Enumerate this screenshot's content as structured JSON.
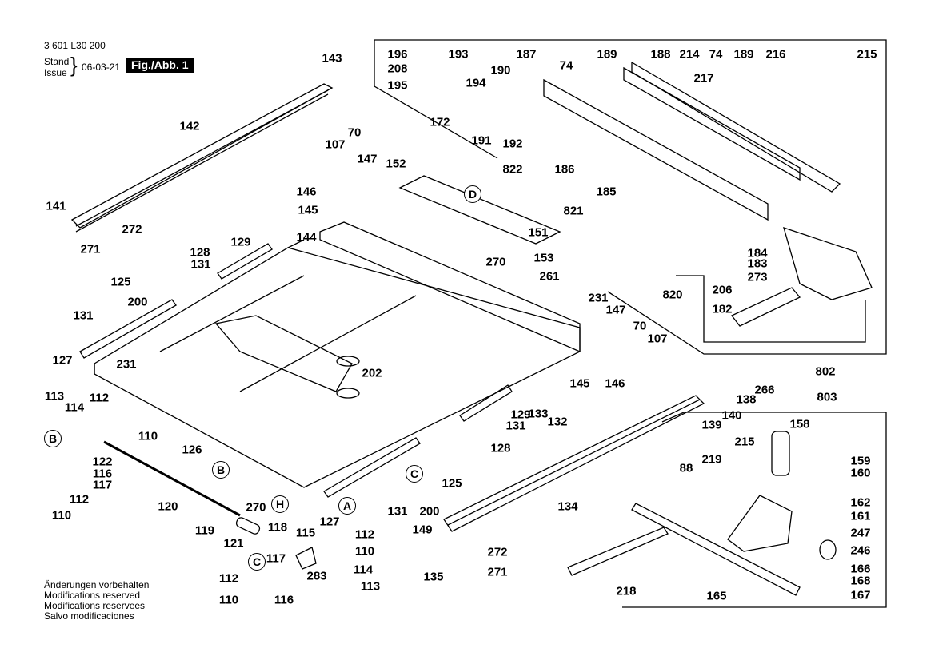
{
  "header": {
    "part_number": "3 601 L30 200",
    "stand_label": "Stand",
    "issue_label": "Issue",
    "date": "06-03-21",
    "figure_label": "Fig./Abb. 1"
  },
  "notes": [
    "Änderungen vorbehalten",
    "Modifications reserved",
    "Modifications reservees",
    "Salvo modificaciones"
  ],
  "reference_circles": [
    "A",
    "B",
    "C",
    "D",
    "H"
  ],
  "part_labels": {
    "top_left": [
      "143",
      "142",
      "141",
      "272",
      "271"
    ],
    "fence_assembly": [
      "196",
      "193",
      "190",
      "208",
      "194",
      "195",
      "172",
      "191",
      "192",
      "822",
      "187",
      "74",
      "189",
      "188",
      "214",
      "217",
      "216",
      "215",
      "186",
      "185",
      "821"
    ],
    "rear_guide": [
      "820",
      "184",
      "183",
      "273",
      "206",
      "182",
      "802"
    ],
    "table_top": [
      "107",
      "70",
      "147",
      "152",
      "146",
      "145",
      "144",
      "151",
      "270",
      "153",
      "261",
      "231",
      "202",
      "128",
      "131",
      "129",
      "125",
      "200",
      "127",
      "126"
    ],
    "left_lock": [
      "113",
      "114",
      "112",
      "110",
      "122",
      "116",
      "117",
      "120",
      "119",
      "121",
      "118",
      "115",
      "283"
    ],
    "right_rail": [
      "133",
      "132",
      "139",
      "140",
      "138",
      "266",
      "88",
      "134",
      "149",
      "135",
      "218"
    ],
    "miter_gauge": [
      "803",
      "158",
      "215",
      "219",
      "159",
      "160",
      "162",
      "161",
      "247",
      "246",
      "166",
      "168",
      "167",
      "165"
    ]
  }
}
